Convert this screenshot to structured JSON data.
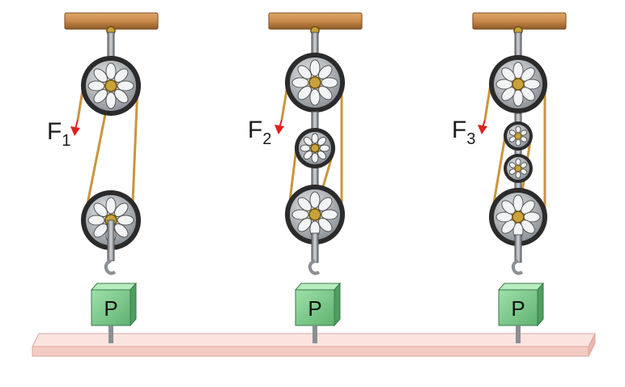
{
  "systems": [
    {
      "force_letter": "F",
      "force_sub": "1",
      "weight_label": "P"
    },
    {
      "force_letter": "F",
      "force_sub": "2",
      "weight_label": "P"
    },
    {
      "force_letter": "F",
      "force_sub": "3",
      "weight_label": "P"
    }
  ],
  "colors": {
    "beam": "#c98a4a",
    "rope": "#c8963c",
    "pulley": "#9aa0a6",
    "rim": "#2b2b2b",
    "block": "#7ecb8f",
    "arrow": "#e02020",
    "floor": "#f7d6d0"
  }
}
